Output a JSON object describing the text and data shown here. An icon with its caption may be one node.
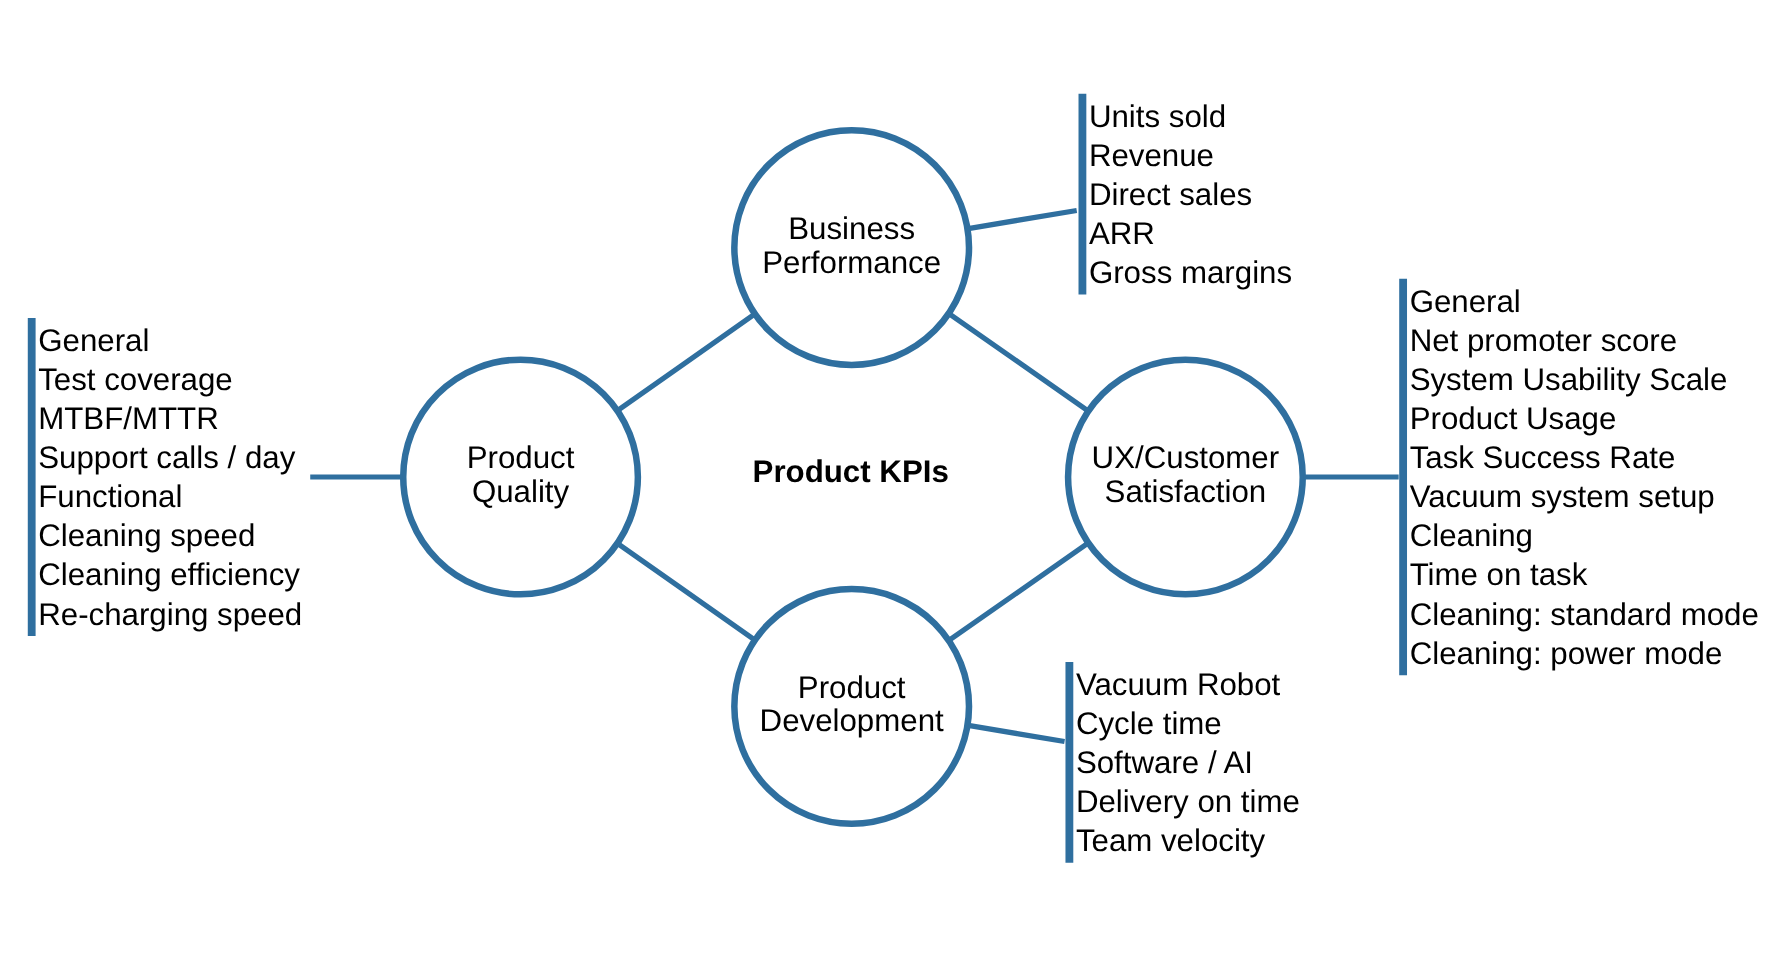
{
  "diagram": {
    "nodes": [
      {
        "text": [
          "Units sold",
          "Revenue",
          "Direct sales",
          "ARR",
          "Gross margins"
        ]
      },
      {
        "text": [
          "Business Performance"
        ]
      },
      {
        "text": [
          "General",
          "Net promoter score",
          "System Usability Scale",
          "Product Usage",
          "Task Success Rate",
          "Vacuum system setup",
          "Cleaning",
          "Time on task",
          "Cleaning: standard mode",
          "Cleaning: power mode"
        ]
      },
      {
        "text": [
          "General",
          "Test coverage",
          "MTBF/MTTR",
          "Support calls / day",
          "Functional",
          "Cleaning speed",
          "Cleaning efficiency",
          "Re-charging speed"
        ]
      },
      {
        "text": [
          "Product Quality"
        ]
      },
      {
        "text": [
          "UX/Customer Satisfaction"
        ]
      },
      {
        "text": [
          "Product Development"
        ]
      },
      {
        "text": [
          "Vacuum Robot",
          "Cycle time",
          "Software / AI",
          "Delivery on time",
          "Team velocity"
        ]
      }
    ],
    "edges": [
      {
        "from": 1,
        "to": 0,
        "arrow": "none"
      },
      {
        "from": 5,
        "to": 2,
        "arrow": "none"
      },
      {
        "from": 4,
        "to": 3,
        "arrow": "none"
      },
      {
        "from": 6,
        "to": 7,
        "arrow": "none"
      },
      {
        "from": 4,
        "to": 1,
        "arrow": "none"
      },
      {
        "from": 1,
        "to": 5,
        "arrow": "none"
      },
      {
        "from": 5,
        "to": 6,
        "arrow": "none"
      },
      {
        "from": 6,
        "to": 4,
        "arrow": "none"
      }
    ],
    "labels": [
      "Product KPIs"
    ]
  }
}
